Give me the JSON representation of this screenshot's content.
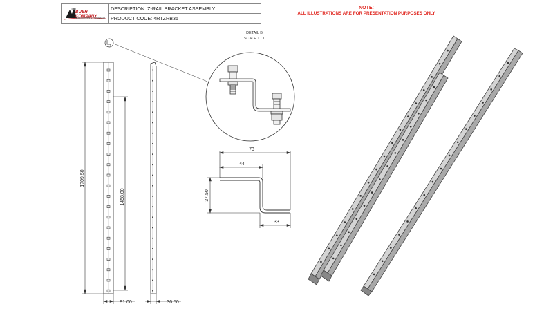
{
  "title_block": {
    "logo": {
      "line1": "THE",
      "line2": "BUSH COMPANY",
      "line3": "4x4 Equipment & Products Ltd"
    },
    "description": "DESCRIPTION: Z-RAIL BRACKET ASSEMBLY",
    "product_code": "PRODUCT CODE: 4RTZRB35"
  },
  "note": {
    "title": "NOTE:",
    "text": "ALL ILLUSTRATIONS ARE FOR PRESENTATION PURPOSES ONLY"
  },
  "detail": {
    "name": "DETAIL B",
    "scale": "SCALE 1 : 1"
  },
  "dimensions": {
    "overall_length": "1709.50",
    "hole_span": "1458.00",
    "front_width": "91.00",
    "side_width": "36.50",
    "profile_width": "73",
    "top_flange": "44",
    "height": "37.50",
    "bottom_flange": "33"
  },
  "colors": {
    "note_red": "#e0261f",
    "logo_red": "#c0161b",
    "line": "#333333",
    "rail_fill": "#c9c9c9"
  }
}
